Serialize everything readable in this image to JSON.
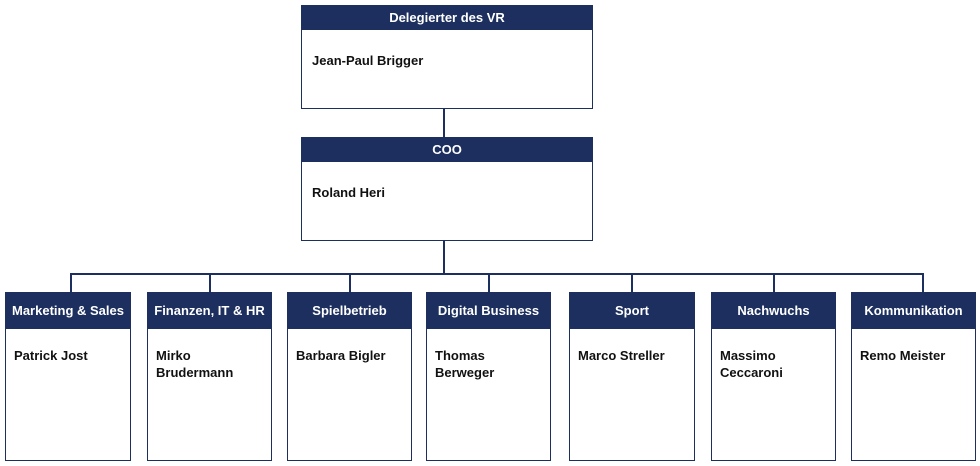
{
  "top": [
    {
      "title": "Delegierter des VR",
      "name": "Jean-Paul Brigger"
    },
    {
      "title": "COO",
      "name": "Roland Heri"
    }
  ],
  "departments": [
    {
      "title": "Marketing & Sales",
      "name": "Patrick Jost"
    },
    {
      "title": "Finanzen, IT & HR",
      "name": "Mirko Brudermann"
    },
    {
      "title": "Spielbetrieb",
      "name": "Barbara Bigler"
    },
    {
      "title": "Digital Business",
      "name": "Thomas Berweger"
    },
    {
      "title": "Sport",
      "name": "Marco Streller"
    },
    {
      "title": "Nachwuchs",
      "name": "Massimo Ceccaroni"
    },
    {
      "title": "Kommunikation",
      "name": "Remo Meister"
    }
  ],
  "colors": {
    "header": "#1d2f5e",
    "line": "#1d2f5e"
  }
}
